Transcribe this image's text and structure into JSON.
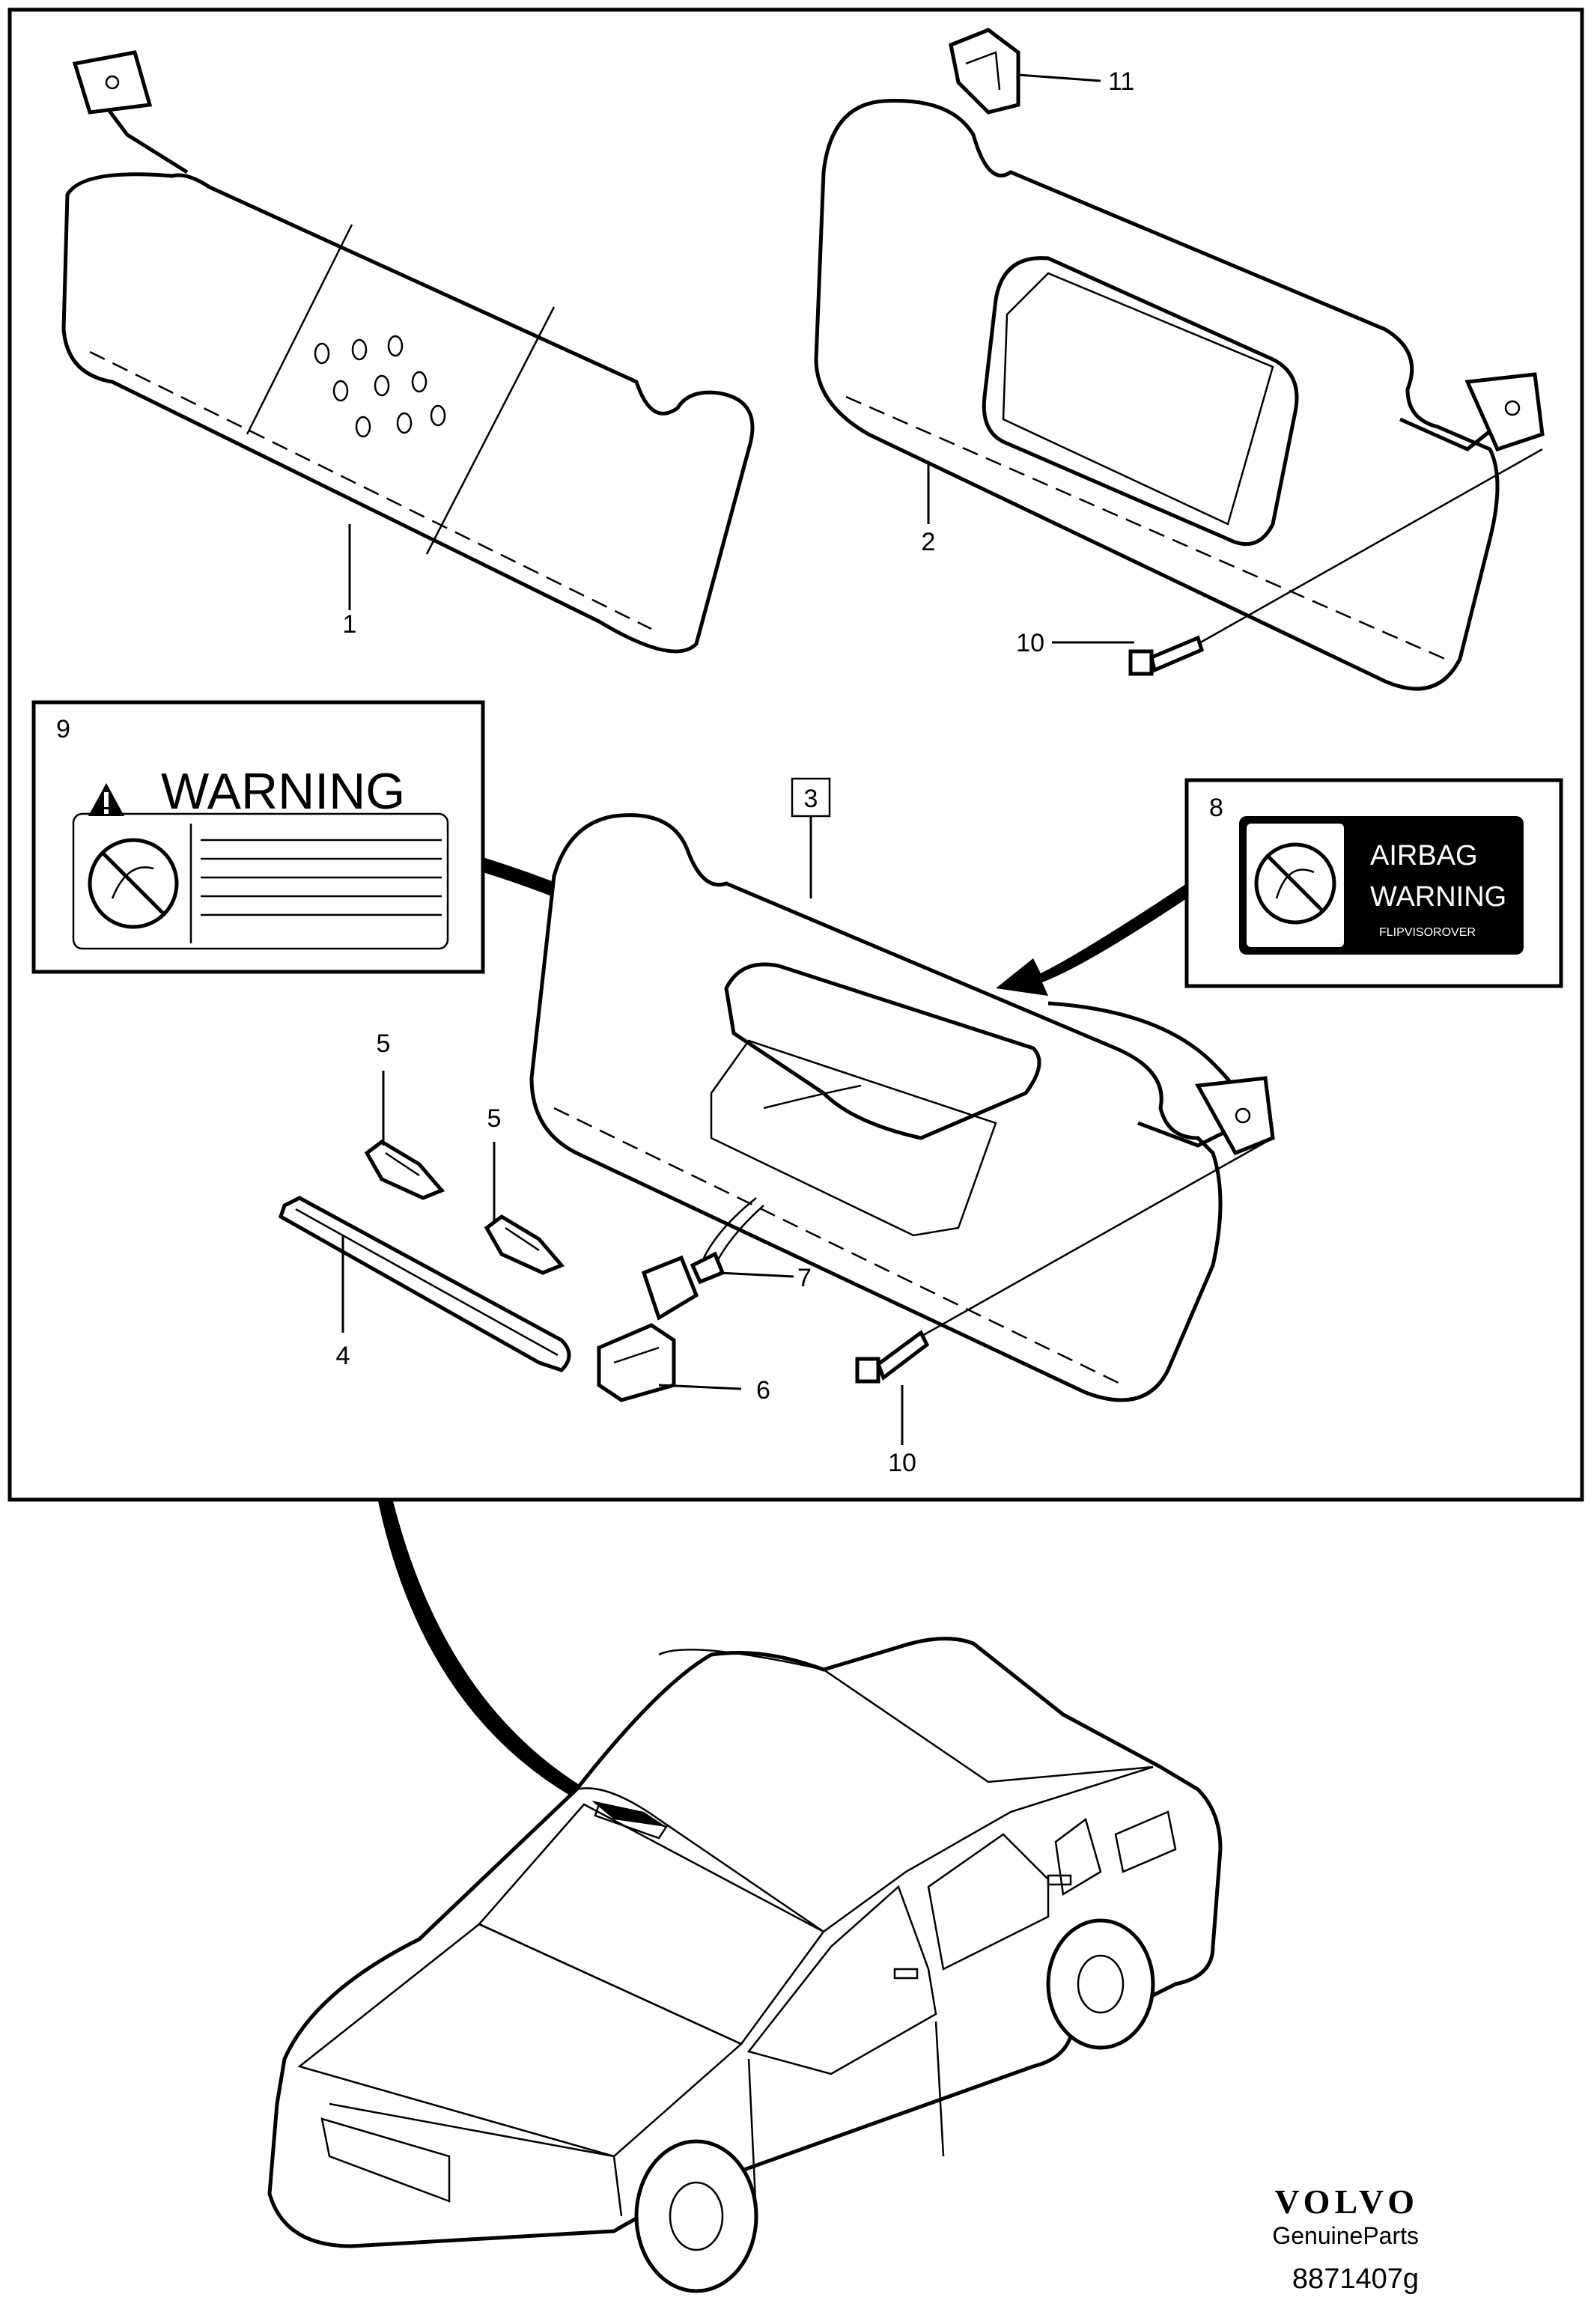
{
  "callouts": {
    "c1": "1",
    "c2": "2",
    "c3": "3",
    "c4": "4",
    "c5a": "5",
    "c5b": "5",
    "c6": "6",
    "c7": "7",
    "c8": "8",
    "c9": "9",
    "c10a": "10",
    "c10b": "10",
    "c11": "11"
  },
  "label_9": {
    "title": "WARNING"
  },
  "label_8": {
    "line1": "AIRBAG",
    "line2": "WARNING",
    "line3": "FLIPVISOROVER"
  },
  "brand": {
    "logo": "VOLVO",
    "sub": "GenuineParts",
    "code": "8871407g"
  }
}
